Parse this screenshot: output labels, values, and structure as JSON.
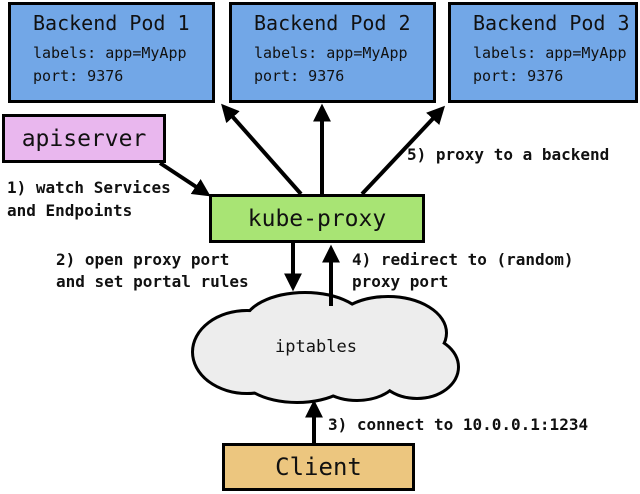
{
  "colors": {
    "pod_fill": "#72a7e7",
    "apiserver_fill": "#e9b7ee",
    "kube_proxy_fill": "#a8e474",
    "client_fill": "#ecc67f",
    "cloud_fill": "#ededed",
    "stroke": "#000000"
  },
  "pods": [
    {
      "title": "Backend Pod 1",
      "labels": "labels: app=MyApp",
      "port": "port: 9376"
    },
    {
      "title": "Backend Pod 2",
      "labels": "labels: app=MyApp",
      "port": "port: 9376"
    },
    {
      "title": "Backend Pod 3",
      "labels": "labels: app=MyApp",
      "port": "port: 9376"
    }
  ],
  "nodes": {
    "apiserver": "apiserver",
    "kube_proxy": "kube-proxy",
    "iptables": "iptables",
    "client": "Client"
  },
  "steps": {
    "s1_line1": "1) watch Services",
    "s1_line2": "and Endpoints",
    "s2_line1": "2) open proxy port",
    "s2_line2": "and set portal rules",
    "s3": "3) connect to 10.0.0.1:1234",
    "s4_line1": "4) redirect to (random)",
    "s4_line2": "proxy port",
    "s5": "5) proxy to a backend"
  }
}
